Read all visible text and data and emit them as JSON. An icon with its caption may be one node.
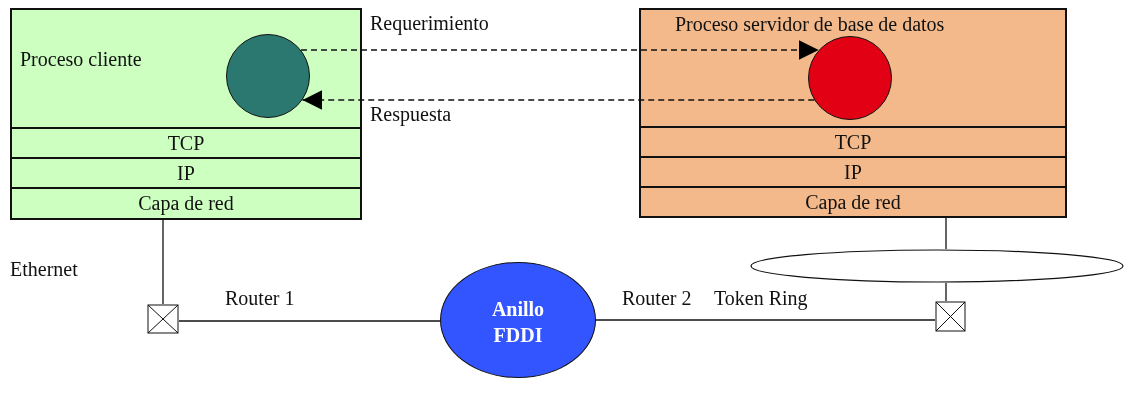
{
  "diagram": {
    "nodes": [
      {
        "text": [
          "Proceso cliente"
        ]
      },
      {
        "text": [],
        "shape": "circle",
        "in": 0
      },
      {
        "text": [
          "TCP"
        ]
      },
      {
        "text": [
          "IP"
        ]
      },
      {
        "text": [
          "Capa de  red"
        ]
      },
      {
        "text": [
          "Proceso servidor de base de datos"
        ]
      },
      {
        "text": [],
        "shape": "circle",
        "in": 5
      },
      {
        "text": [
          "TCP"
        ]
      },
      {
        "text": [
          "IP"
        ]
      },
      {
        "text": [
          "Capa de  red"
        ]
      },
      {
        "text": [],
        "shape": "box"
      },
      {
        "text": [
          "Anillo FDDI"
        ]
      },
      {
        "text": [],
        "shape": "box"
      },
      {
        "text": [],
        "shape": "ellipse"
      }
    ],
    "edges": [
      {
        "from": 1,
        "to": 6,
        "arrow": "to",
        "style": "dashed",
        "label": "Requerimiento"
      },
      {
        "from": 6,
        "to": 1,
        "arrow": "to",
        "style": "dashed",
        "label": "Respuesta"
      },
      {
        "from": 4,
        "to": 10,
        "arrow": "none"
      },
      {
        "from": 10,
        "to": 11,
        "arrow": "none"
      },
      {
        "from": 11,
        "to": 12,
        "arrow": "none"
      },
      {
        "from": 9,
        "to": 13,
        "arrow": "none"
      },
      {
        "from": 13,
        "to": 12,
        "arrow": "none"
      }
    ],
    "labels": [
      "Ethernet",
      "Router 1",
      "Router 2",
      "Token Ring"
    ]
  }
}
